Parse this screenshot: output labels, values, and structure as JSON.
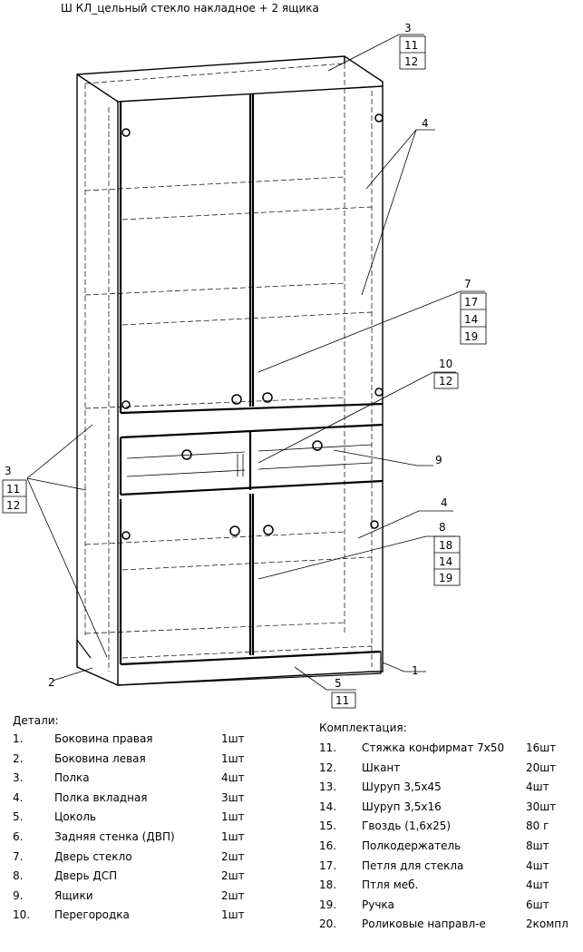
{
  "title": "Ш КЛ_цельный стекло накладное + 2 ящика",
  "callouts": {
    "top_right": [
      "3",
      "11",
      "12"
    ],
    "shelf_top": "4",
    "back_wall": [
      "7",
      "17",
      "14",
      "19"
    ],
    "partition": [
      "10",
      "12"
    ],
    "drawers": "9",
    "shelf_insert": "4",
    "dsp_door": [
      "8",
      "18",
      "14",
      "19"
    ],
    "left_group": [
      "3",
      "11",
      "12"
    ],
    "side_left": "2",
    "plinth": [
      "5",
      "11"
    ],
    "side_right": "1"
  },
  "details": {
    "heading": "Детали:",
    "rows": [
      {
        "num": "1.",
        "name": "Боковина правая",
        "qty": "1шт"
      },
      {
        "num": "2.",
        "name": "Боковина левая",
        "qty": "1шт"
      },
      {
        "num": "3.",
        "name": "Полка",
        "qty": "4шт"
      },
      {
        "num": "4.",
        "name": "Полка вкладная",
        "qty": "3шт"
      },
      {
        "num": "5.",
        "name": "Цоколь",
        "qty": "1шт"
      },
      {
        "num": "6.",
        "name": "Задняя стенка (ДВП)",
        "qty": "1шт"
      },
      {
        "num": "7.",
        "name": "Дверь стекло",
        "qty": "2шт"
      },
      {
        "num": "8.",
        "name": "Дверь ДСП",
        "qty": "2шт"
      },
      {
        "num": "9.",
        "name": "Ящики",
        "qty": "2шт"
      },
      {
        "num": "10.",
        "name": "Перегородка",
        "qty": "1шт"
      }
    ]
  },
  "kit": {
    "heading": "Комплектация:",
    "rows": [
      {
        "num": "11.",
        "name": "Стяжка конфирмат 7х50",
        "qty": "16шт"
      },
      {
        "num": "12.",
        "name": "Шкант",
        "qty": "20шт"
      },
      {
        "num": "13.",
        "name": "Шуруп 3,5х45",
        "qty": "4шт"
      },
      {
        "num": "14.",
        "name": "Шуруп 3,5х16",
        "qty": "30шт"
      },
      {
        "num": "15.",
        "name": "Гвоздь (1,6х25)",
        "qty": "80 г"
      },
      {
        "num": "16.",
        "name": "Полкодержатель",
        "qty": "8шт"
      },
      {
        "num": "17.",
        "name": "Петля для стекла",
        "qty": "4шт"
      },
      {
        "num": "18.",
        "name": "Птля меб.",
        "qty": "4шт"
      },
      {
        "num": "19.",
        "name": "Ручка",
        "qty": "6шт"
      },
      {
        "num": "20.",
        "name": "Роликовые направл-е",
        "qty": "2компл"
      }
    ]
  }
}
